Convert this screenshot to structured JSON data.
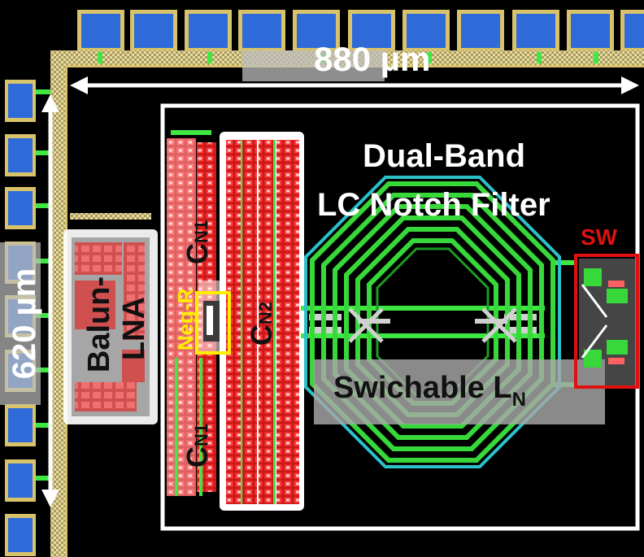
{
  "dimensions": {
    "width_label": "880 µm",
    "height_label": "620 µm"
  },
  "blocks": {
    "filter_title_line1": "Dual-Band",
    "filter_title_line2": "LC Notch Filter",
    "lna_line1": "Balun-",
    "lna_line2": "LNA",
    "neg_r": "Neg-R",
    "sw": "SW",
    "inductor_main": "Swichable L",
    "inductor_sub": "N",
    "cap_top": "C",
    "cap_top_sub": "N1",
    "cap_mid": "C",
    "cap_mid_sub": "N2",
    "cap_bottom": "C",
    "cap_bottom_sub": "N1"
  },
  "colors": {
    "background": "#000000",
    "pad_fill": "#2e6bd8",
    "pad_border": "#d8c26a",
    "metal_red": "#ff2a2a",
    "inductor_green": "#37d83a",
    "neg_r_yellow": "#ffee00",
    "sw_red": "#e01010",
    "outline_white": "#ffffff"
  }
}
